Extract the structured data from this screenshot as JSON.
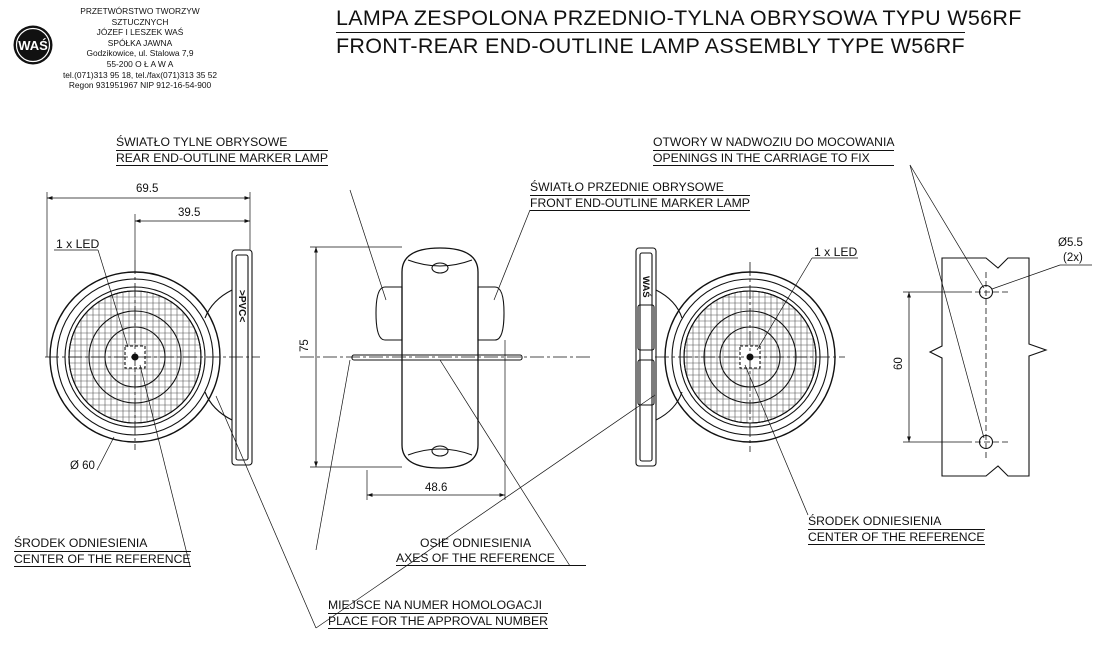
{
  "company": {
    "line1": "PRZETWÓRSTWO TWORZYW SZTUCZNYCH",
    "line2": "JÓZEF I LESZEK WAŚ",
    "line3": "SPÓŁKA JAWNA",
    "line4": "Godzikowice, ul. Stalowa 7,9",
    "line5": "55-200   O Ł A W A",
    "line6": "tel.(071)313 95 18, tel./fax(071)313 35 52",
    "line7": "Regon 931951967 NIP 912-16-54-900",
    "logo_text": "WAŚ"
  },
  "title": {
    "pl": "LAMPA ZESPOLONA PRZEDNIO-TYLNA OBRYSOWA TYPU W56RF",
    "en": "FRONT-REAR END-OUTLINE LAMP ASSEMBLY TYPE W56RF"
  },
  "labels": {
    "rear_pl": "ŚWIATŁO TYLNE OBRYSOWE",
    "rear_en": "REAR END-OUTLINE MARKER LAMP",
    "front_pl": "ŚWIATŁO PRZEDNIE OBRYSOWE",
    "front_en": "FRONT END-OUTLINE MARKER LAMP",
    "holes_pl": "OTWORY W NADWOZIU DO MOCOWANIA",
    "holes_en": "OPENINGS IN THE CARRIAGE TO FIX",
    "center_pl": "ŚRODEK ODNIESIENIA",
    "center_en": "CENTER OF THE REFERENCE",
    "axes_pl": "OSIE ODNIESIENIA",
    "axes_en": "AXES OF THE REFERENCE",
    "approval_pl": "MIEJSCE NA NUMER HOMOLOGACJI",
    "approval_en": "PLACE FOR THE APPROVAL NUMBER",
    "led_left": "1 x LED",
    "led_right": "1 x LED",
    "pvc": ">PVC<",
    "was_mark": "WAŚ"
  },
  "dimensions": {
    "overall_width": "69.5",
    "offset_width": "39.5",
    "diameter": "Ø 60",
    "height": "75",
    "depth": "48.6",
    "hole_diameter": "Ø5.5",
    "hole_count": "(2x)",
    "hole_spacing": "60"
  }
}
